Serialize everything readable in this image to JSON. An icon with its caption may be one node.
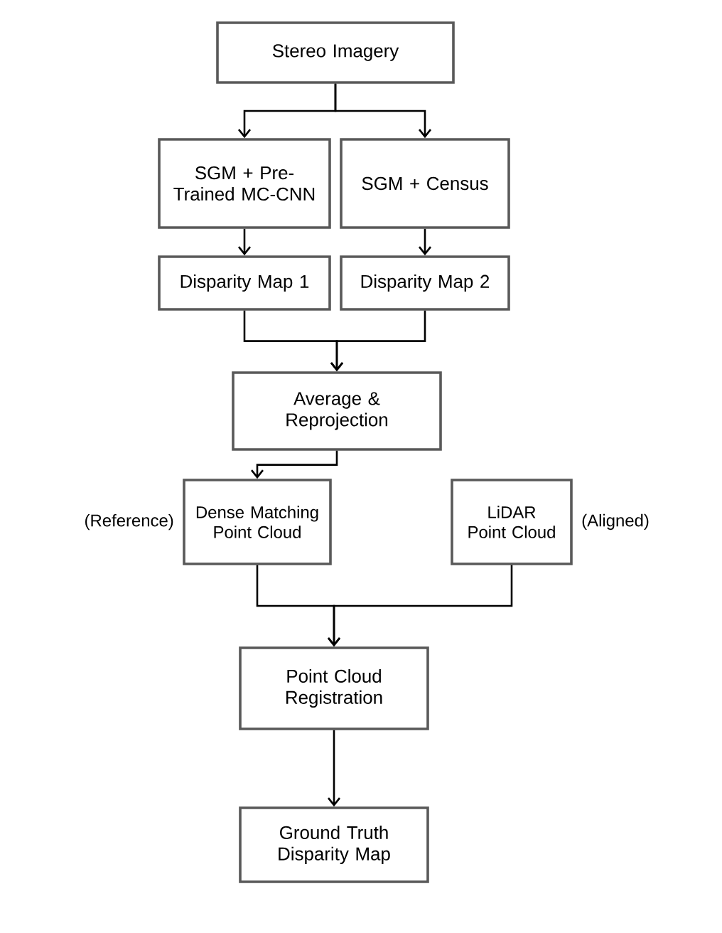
{
  "diagram": {
    "nodes": [
      {
        "text": [
          "Stereo Imagery"
        ]
      },
      {
        "text": [
          "SGM + Pre-Trained MC-CNN"
        ]
      },
      {
        "text": [
          "SGM + Census"
        ]
      },
      {
        "text": [
          "Disparity Map 1"
        ]
      },
      {
        "text": [
          "Disparity Map 2"
        ]
      },
      {
        "text": [
          "Average & Reprojection"
        ]
      },
      {
        "text": [
          "Dense Matching Point Cloud"
        ],
        "beside": [
          "(Reference)"
        ]
      },
      {
        "text": [
          "LiDAR Point Cloud"
        ],
        "beside": [
          "(Aligned)"
        ]
      },
      {
        "text": [
          "Point Cloud Registration"
        ]
      },
      {
        "text": [
          "Ground Truth Disparity Map"
        ]
      }
    ],
    "edges": [
      {
        "from": 0,
        "to": 1,
        "arrow": "to"
      },
      {
        "from": 0,
        "to": 2,
        "arrow": "to"
      },
      {
        "from": 1,
        "to": 3,
        "arrow": "to"
      },
      {
        "from": 2,
        "to": 4,
        "arrow": "to"
      },
      {
        "from": 3,
        "to": 5,
        "arrow": "to"
      },
      {
        "from": 4,
        "to": 5,
        "arrow": "to"
      },
      {
        "from": 5,
        "to": 6,
        "arrow": "to"
      },
      {
        "from": 6,
        "to": 8,
        "arrow": "to"
      },
      {
        "from": 7,
        "to": 8,
        "arrow": "to"
      },
      {
        "from": 8,
        "to": 9,
        "arrow": "to"
      }
    ]
  }
}
